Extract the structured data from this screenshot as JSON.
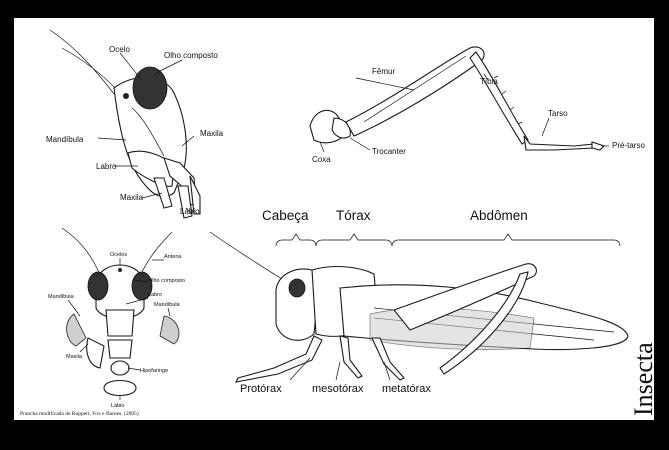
{
  "plate": {
    "title": "Insecta",
    "credit": "Prancha modificada de Ruppert, Fox e Barnes, (2005)"
  },
  "head_lateral": {
    "ocelo": "Ocelo",
    "olho_composto": "Olho composto",
    "mandibula": "Mandíbula",
    "maxila_right": "Maxila",
    "labro": "Labro",
    "maxila_bottom": "Maxila",
    "labio": "Lábio"
  },
  "leg": {
    "femur": "Fêmur",
    "tibia": "Tíbia",
    "tarso": "Tarso",
    "pre_tarso": "Pré-tarso",
    "coxa": "Coxa",
    "trocanter": "Trocanter"
  },
  "head_frontal": {
    "ocelos": "Ocelos",
    "antena": "Antena",
    "olho_composto": "Olho composto",
    "labro": "Labro",
    "mandibula_left": "Mandíbula",
    "mandibula_right": "Mandíbula",
    "maxila": "Maxila",
    "hipofaringe": "Hipofaringe",
    "labio": "Lábio"
  },
  "body": {
    "cabeca": "Cabeça",
    "torax": "Tórax",
    "abdomen": "Abdômen",
    "protorax": "Protórax",
    "mesotorax": "mesotórax",
    "metatorax": "metatórax"
  }
}
